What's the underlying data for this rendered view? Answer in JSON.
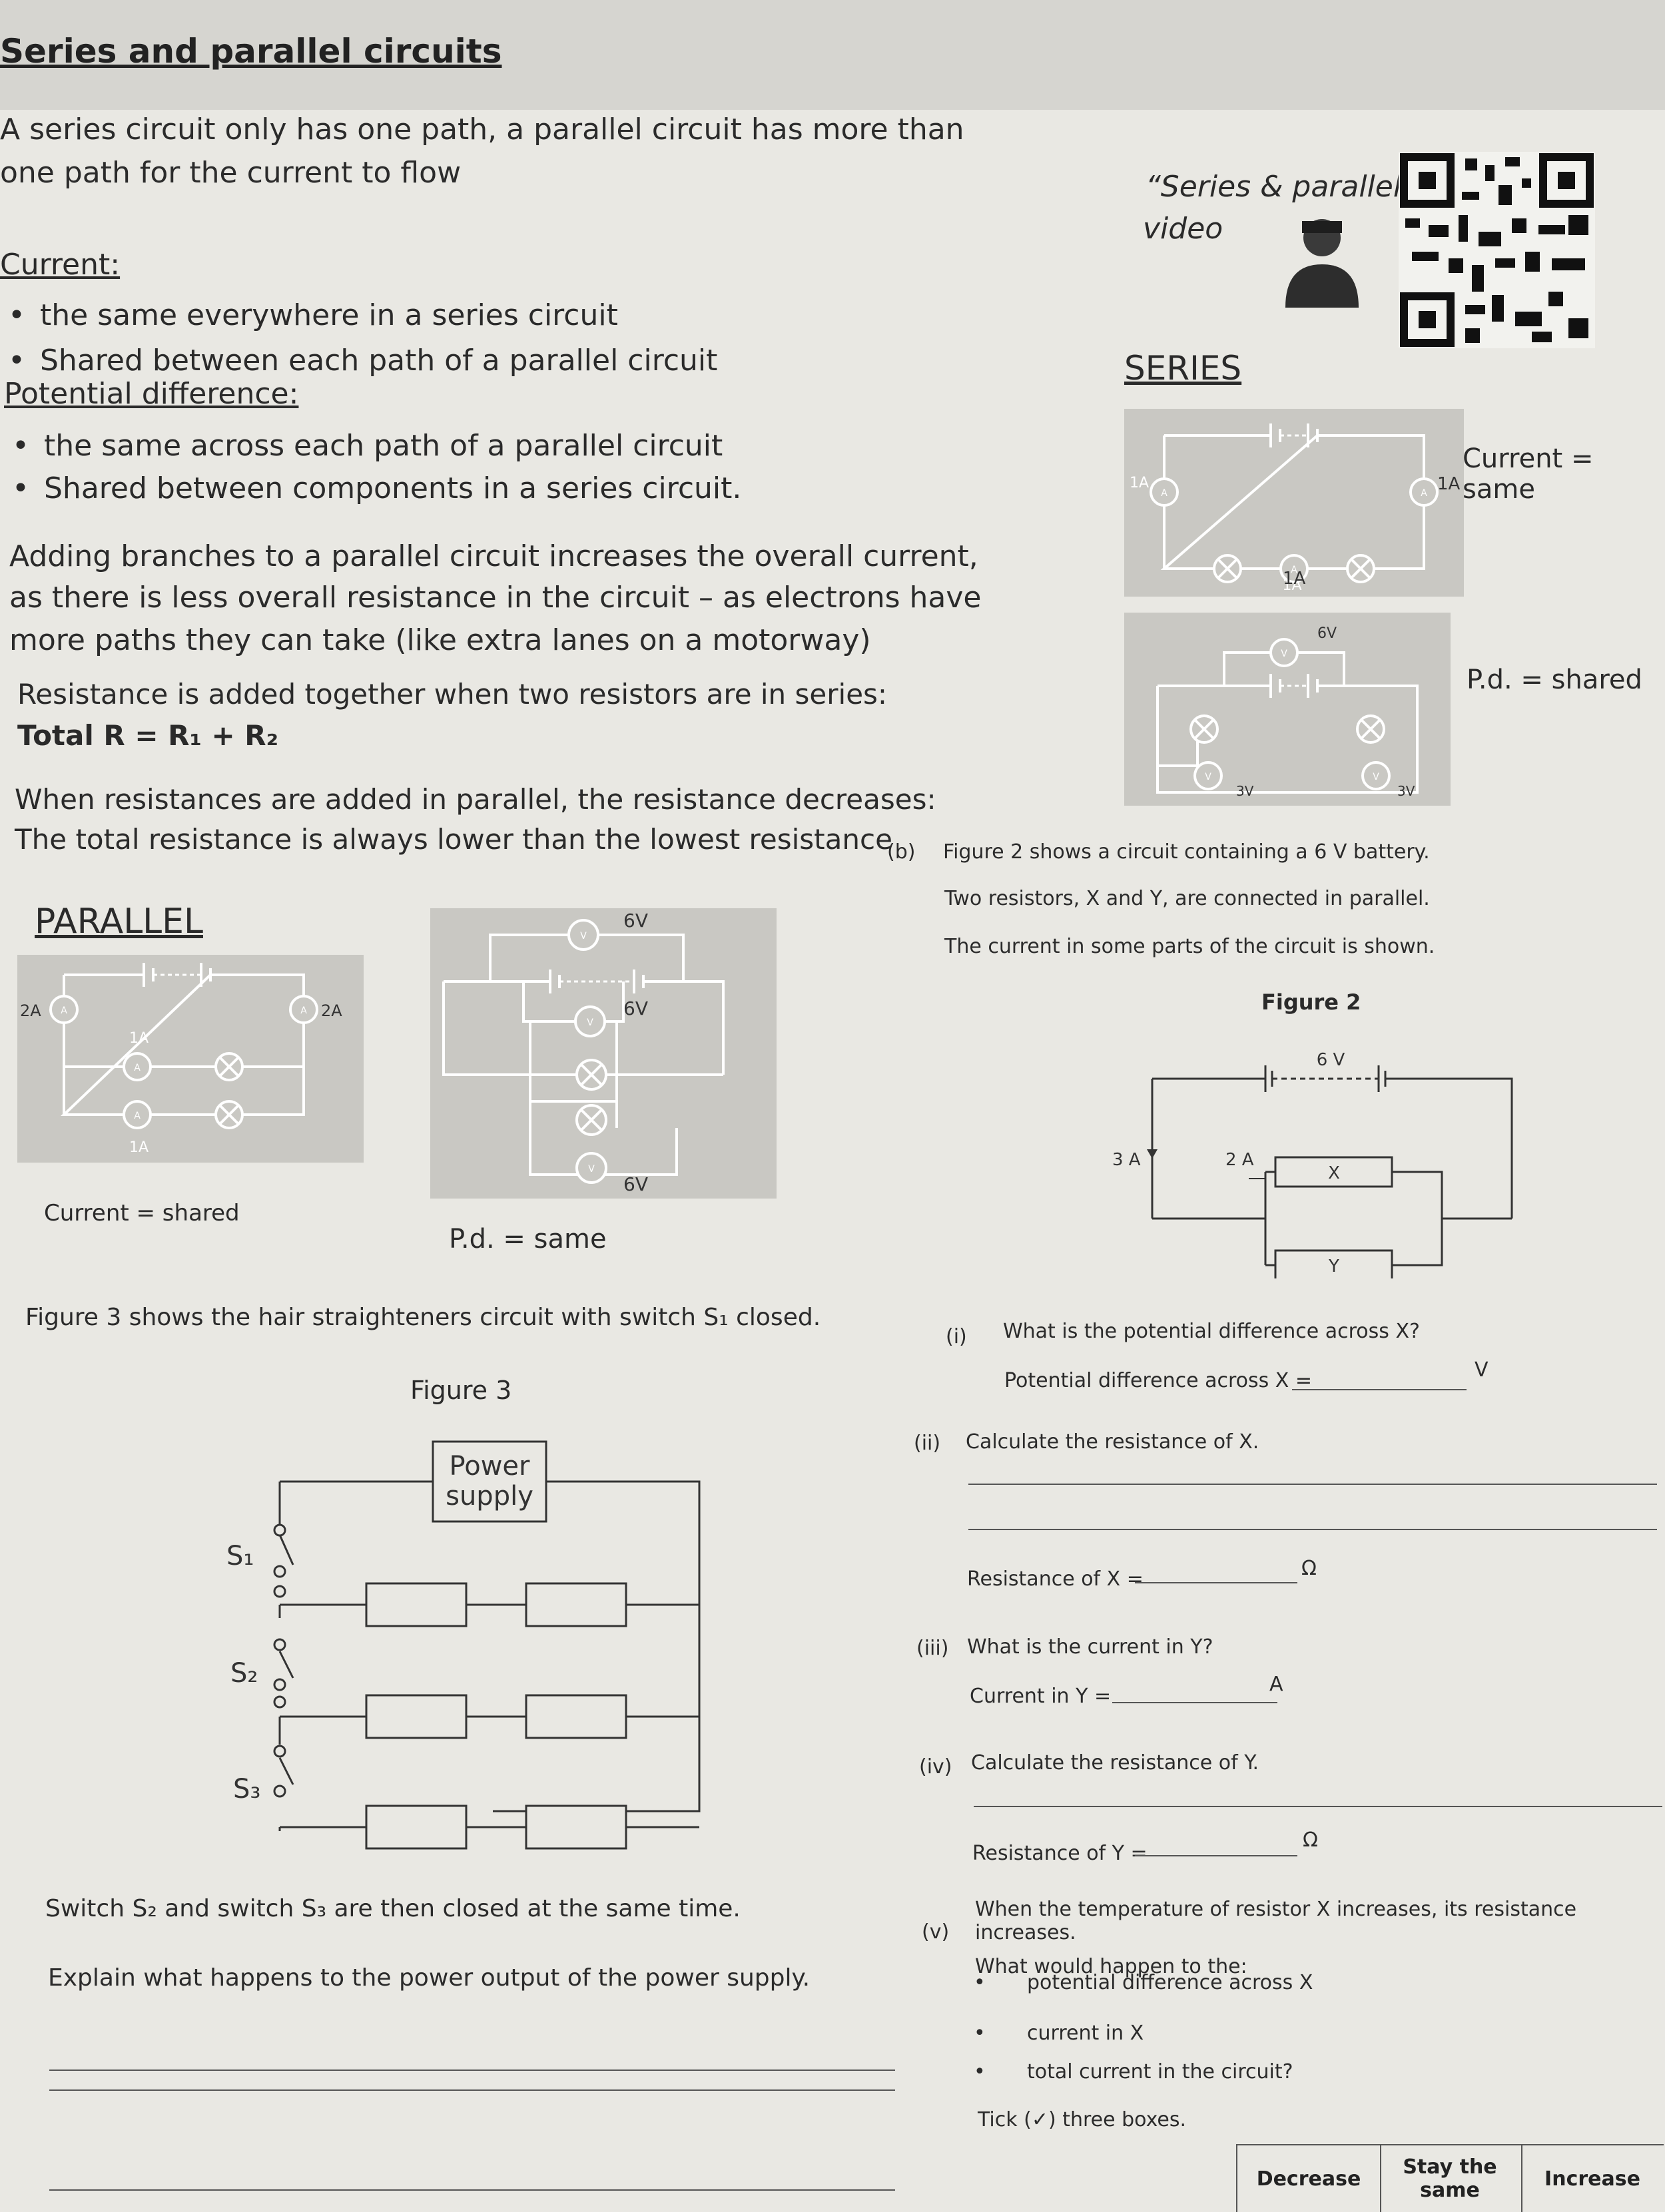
{
  "page": {
    "title": "Series and parallel circuits"
  },
  "intro": {
    "line1": "A series circuit only has one path, a parallel circuit has more than",
    "line2": "one path for the current to flow"
  },
  "current": {
    "heading": "Current:",
    "bullet1": "the same everywhere in a series circuit",
    "bullet2": "Shared between each path of a parallel circuit"
  },
  "pd": {
    "heading": "Potential difference:",
    "bullet1": "the same across each path of a parallel circuit",
    "bullet2": "Shared between components in a series circuit."
  },
  "branches": {
    "line1": "Adding branches to a parallel circuit increases the overall current,",
    "line2": "as there is less overall resistance in the circuit – as electrons have",
    "line3": "more paths they can take (like extra lanes on a motorway)"
  },
  "resistance_series": {
    "line1": "Resistance is added together when two resistors are in series:",
    "formula": "Total R = R₁ + R₂"
  },
  "resistance_parallel": {
    "line1": "When resistances are added in parallel, the resistance decreases:",
    "line2": "The total resistance is always lower than the lowest resistance"
  },
  "video": {
    "line1": "“Series & parallel”",
    "line2": "video"
  },
  "series_section": {
    "heading": "SERIES",
    "label_current": "Current = same",
    "label_pd": "P.d. = shared",
    "a1": "1A",
    "a2": "1A",
    "a3": "1A",
    "a4": "1A",
    "v_top": "6V",
    "v_left": "3V",
    "v_right": "3V"
  },
  "parallel_section": {
    "heading": "PARALLEL",
    "label_current": "Current = shared",
    "label_pd": "P.d. = same",
    "a_left": "2A",
    "a_right": "2A",
    "a_mid1": "1A",
    "a_mid2": "1A",
    "v_top": "6V",
    "v_mid": "6V",
    "v_bottom": "6V"
  },
  "figure3": {
    "intro": "Figure 3 shows the hair straighteners circuit with switch S₁ closed.",
    "caption": "Figure 3",
    "power_supply_line1": "Power",
    "power_supply_line2": "supply",
    "s1": "S₁",
    "s2": "S₂",
    "s3": "S₃",
    "after1": "Switch S₂ and switch S₃ are then closed at the same time.",
    "after2": "Explain what happens to the power output of the power supply."
  },
  "question_b": {
    "label": "(b)",
    "line1": "Figure 2 shows a circuit containing a 6 V battery.",
    "line2": "Two resistors, X and Y, are connected in parallel.",
    "line3": "The current in some parts of the circuit is shown.",
    "caption": "Figure 2",
    "battery": "6 V",
    "i_total": "3 A",
    "i_x": "2 A",
    "res_x": "X",
    "res_y": "Y"
  },
  "q_i": {
    "label": "(i)",
    "question": "What is the potential difference across X?",
    "answer_prefix": "Potential difference across X =",
    "unit": "V"
  },
  "q_ii": {
    "label": "(ii)",
    "question": "Calculate the resistance of X.",
    "answer_prefix": "Resistance of X =",
    "unit": "Ω"
  },
  "q_iii": {
    "label": "(iii)",
    "question": "What is the current in Y?",
    "answer_prefix": "Current in Y =",
    "unit": "A"
  },
  "q_iv": {
    "label": "(iv)",
    "question": "Calculate the resistance of Y.",
    "answer_prefix": "Resistance of Y =",
    "unit": "Ω"
  },
  "q_v": {
    "label": "(v)",
    "line1": "When the temperature of resistor X increases, its resistance increases.",
    "line2": "What would happen to the:",
    "item1": "potential difference across X",
    "item2": "current in X",
    "item3": "total current in the circuit?",
    "instruction": "Tick (✓) three boxes.",
    "col1": "Decrease",
    "col2": "Stay the same",
    "col3": "Increase"
  }
}
